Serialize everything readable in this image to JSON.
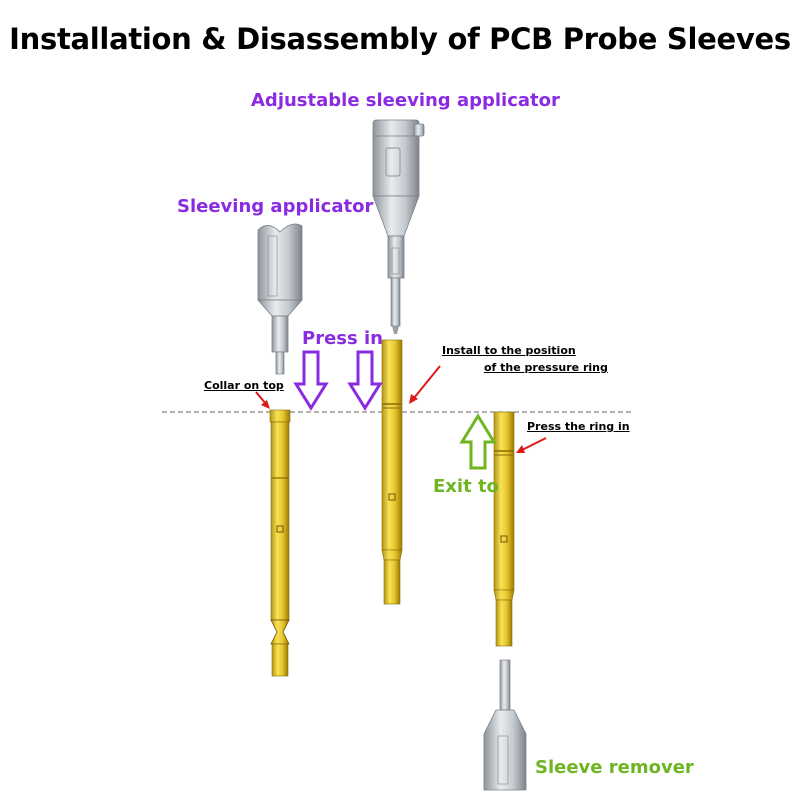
{
  "title": "Installation & Disassembly of PCB Probe Sleeves",
  "labels": {
    "adjustable_applicator": "Adjustable sleeving applicator",
    "sleeving_applicator": "Sleeving applicator",
    "press_in": "Press in",
    "collar_on_top": "Collar on top",
    "install_position_line1": "Install to the position",
    "install_position_line2": "of the pressure ring",
    "press_ring_in": "Press the ring in",
    "exit_to": "Exit to",
    "sleeve_remover": "Sleeve remover"
  },
  "colors": {
    "purple": "#8a2be2",
    "green": "#6fb522",
    "red": "#e01818",
    "gold": "#e6c21c",
    "steel": "#b9bec4"
  }
}
